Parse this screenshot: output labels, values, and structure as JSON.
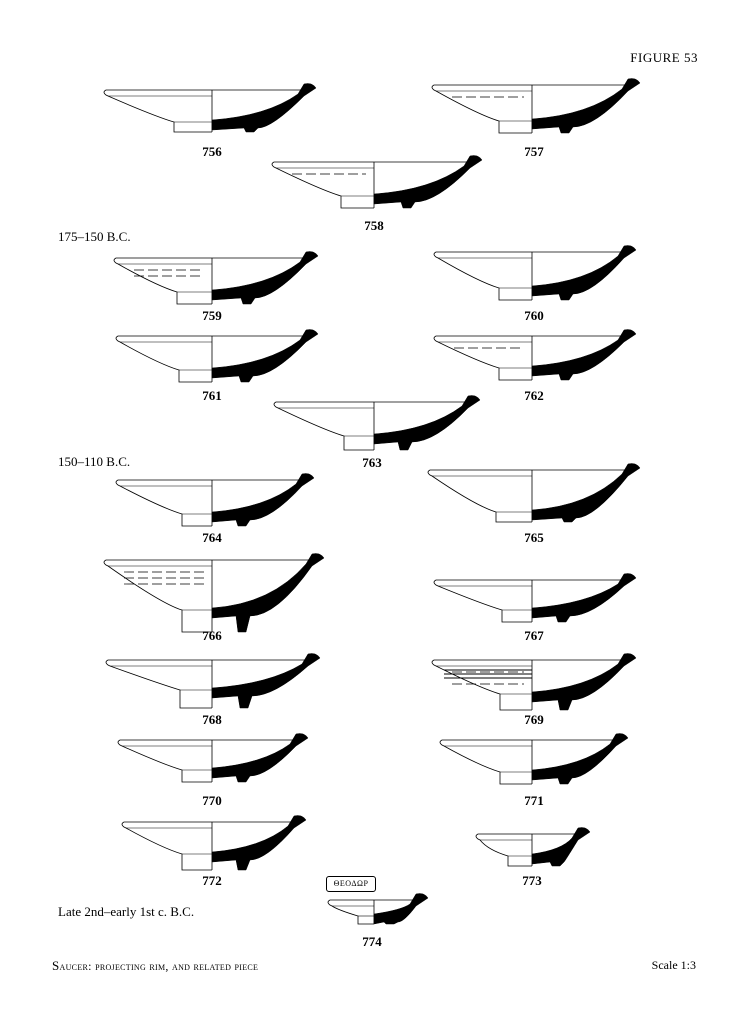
{
  "figure_title": "FIGURE 53",
  "sections": {
    "s1": "175–150 B.C.",
    "s2": "150–110 B.C.",
    "s3": "Late 2nd–early 1st c. B.C."
  },
  "catalogue": {
    "n756": "756",
    "n757": "757",
    "n758": "758",
    "n759": "759",
    "n760": "760",
    "n761": "761",
    "n762": "762",
    "n763": "763",
    "n764": "764",
    "n765": "765",
    "n766": "766",
    "n767": "767",
    "n768": "768",
    "n769": "769",
    "n770": "770",
    "n771": "771",
    "n772": "772",
    "n773": "773",
    "n774": "774"
  },
  "stamp_text": "ΘΕΟΔΩΡ",
  "caption": {
    "first": "S",
    "rest": "aucer: projecting rim, and related piece"
  },
  "scale": "Scale 1:3"
}
